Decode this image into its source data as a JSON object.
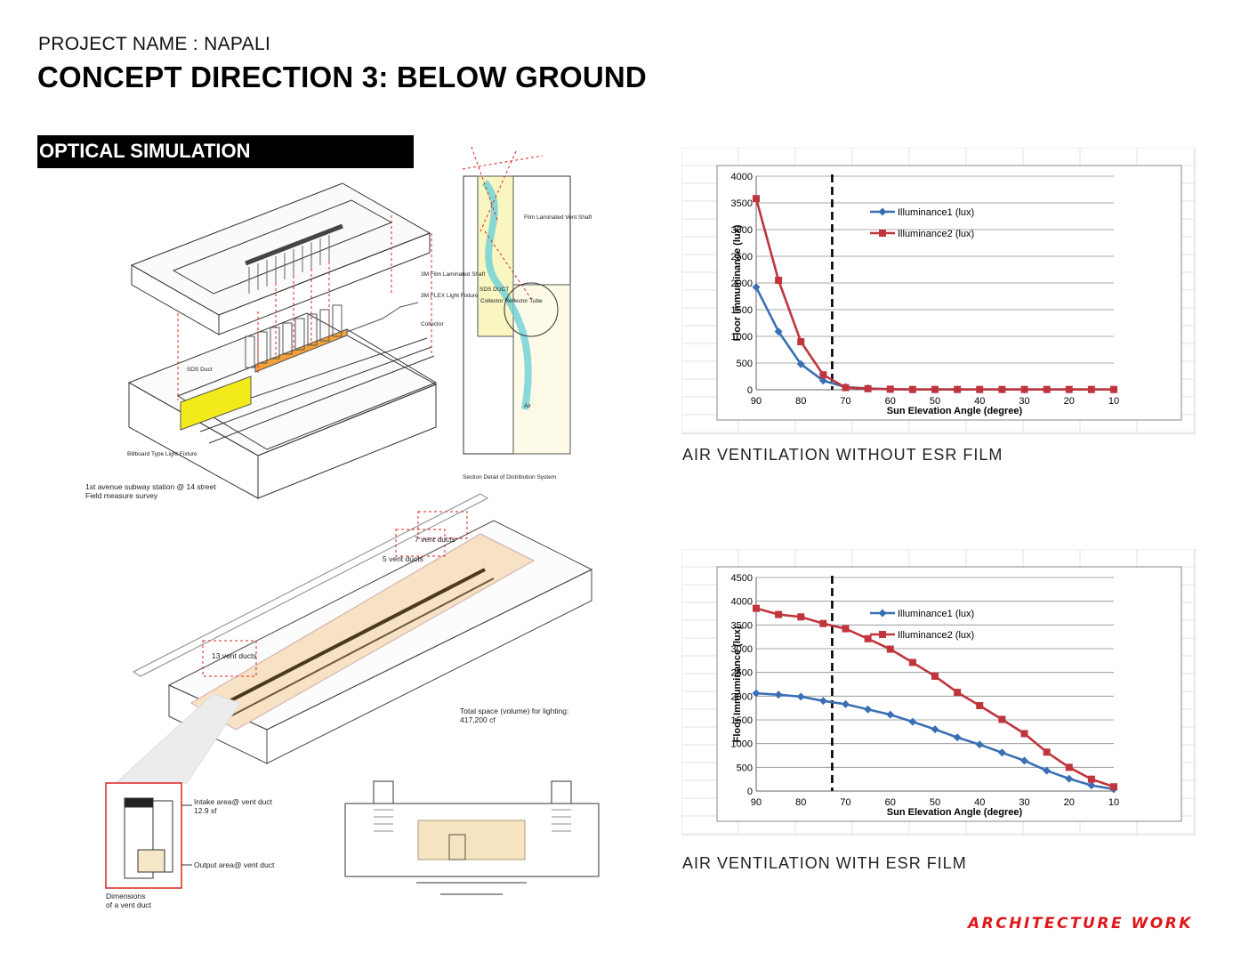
{
  "header": {
    "project_name": "PROJECT NAME : NAPALI",
    "concept_title": "CONCEPT DIRECTION 3: BELOW GROUND"
  },
  "section": {
    "label": "OPTICAL SIMULATION"
  },
  "diagram_labels": {
    "film_shaft": "3M Film Laminated Shaft",
    "flex_fixture": "3M FLEX Light Fixture",
    "collector": "Collector",
    "sds_duct": "SDS Duct",
    "billboard": "Billboard Type Light Fixture",
    "section_film_vent": "Film Laminated Vent Shaft",
    "section_sds": "SDS DUCT",
    "section_collector": "Collector Reflector Tube",
    "section_air": "Air",
    "section_caption": "Section Detail of Distribution System",
    "survey_line1": "1st avenue subway station @ 14 street",
    "survey_line2": "Field measure survey",
    "vent7": "7 vent ducts",
    "vent5": "5 vent ducts",
    "vent13": "13 vent ducts",
    "total_space_line1": "Total space (volume) for lighting:",
    "total_space_line2": "417,200 cf",
    "intake_line1": "Intake area@ vent duct",
    "intake_line2": "12.9 sf",
    "output_area": "Output area@ vent duct",
    "dimensions_line1": "Dimensions",
    "dimensions_line2": "of a vent duct"
  },
  "captions": {
    "chart1": "AIR VENTILATION WITHOUT ESR FILM",
    "chart2": "AIR VENTILATION WITH ESR FILM"
  },
  "brand": "ARCHITECTURE WORK",
  "colors": {
    "series1": "#3a6fb5",
    "series2": "#c0343c",
    "grid": "#8c8c8c"
  },
  "chart_data": [
    {
      "type": "line",
      "x": [
        90,
        85,
        80,
        75,
        70,
        65,
        60,
        55,
        50,
        45,
        40,
        35,
        30,
        25,
        20,
        15,
        10
      ],
      "series": [
        {
          "name": "Illuminance1 (lux)",
          "values": [
            1920,
            1090,
            480,
            170,
            50,
            25,
            10,
            5,
            5,
            5,
            5,
            5,
            5,
            5,
            5,
            5,
            5
          ]
        },
        {
          "name": "Illuminance2 (lux)",
          "values": [
            3580,
            2050,
            900,
            280,
            40,
            20,
            10,
            5,
            5,
            5,
            5,
            5,
            5,
            5,
            5,
            5,
            5
          ]
        }
      ],
      "xlabel": "Sun Elevation Angle (degree)",
      "ylabel": "Floor Immuminance (lux)",
      "ylim": [
        0,
        4000
      ],
      "xlim": [
        90,
        10
      ],
      "yticks": [
        0,
        500,
        1000,
        1500,
        2000,
        2500,
        3000,
        3500,
        4000
      ],
      "xticks": [
        90,
        80,
        70,
        60,
        50,
        40,
        30,
        20,
        10
      ],
      "marker_line_x": 73,
      "legend": "top-center",
      "grid": true
    },
    {
      "type": "line",
      "x": [
        90,
        85,
        80,
        75,
        70,
        65,
        60,
        55,
        50,
        45,
        40,
        35,
        30,
        25,
        20,
        15,
        10
      ],
      "series": [
        {
          "name": "Illuminance1 (lux)",
          "values": [
            2060,
            2030,
            1990,
            1900,
            1830,
            1720,
            1610,
            1460,
            1300,
            1130,
            980,
            810,
            640,
            430,
            260,
            120,
            40
          ]
        },
        {
          "name": "Illuminance2 (lux)",
          "values": [
            3850,
            3720,
            3670,
            3530,
            3420,
            3210,
            2990,
            2710,
            2420,
            2080,
            1800,
            1510,
            1210,
            820,
            500,
            250,
            90
          ]
        }
      ],
      "xlabel": "Sun Elevation Angle (degree)",
      "ylabel": "Floor Immuminance (lux)",
      "ylim": [
        0,
        4500
      ],
      "xlim": [
        90,
        10
      ],
      "yticks": [
        0,
        500,
        1000,
        1500,
        2000,
        2500,
        3000,
        3500,
        4000,
        4500
      ],
      "xticks": [
        90,
        80,
        70,
        60,
        50,
        40,
        30,
        20,
        10
      ],
      "marker_line_x": 73,
      "legend": "top-center",
      "grid": true
    }
  ]
}
